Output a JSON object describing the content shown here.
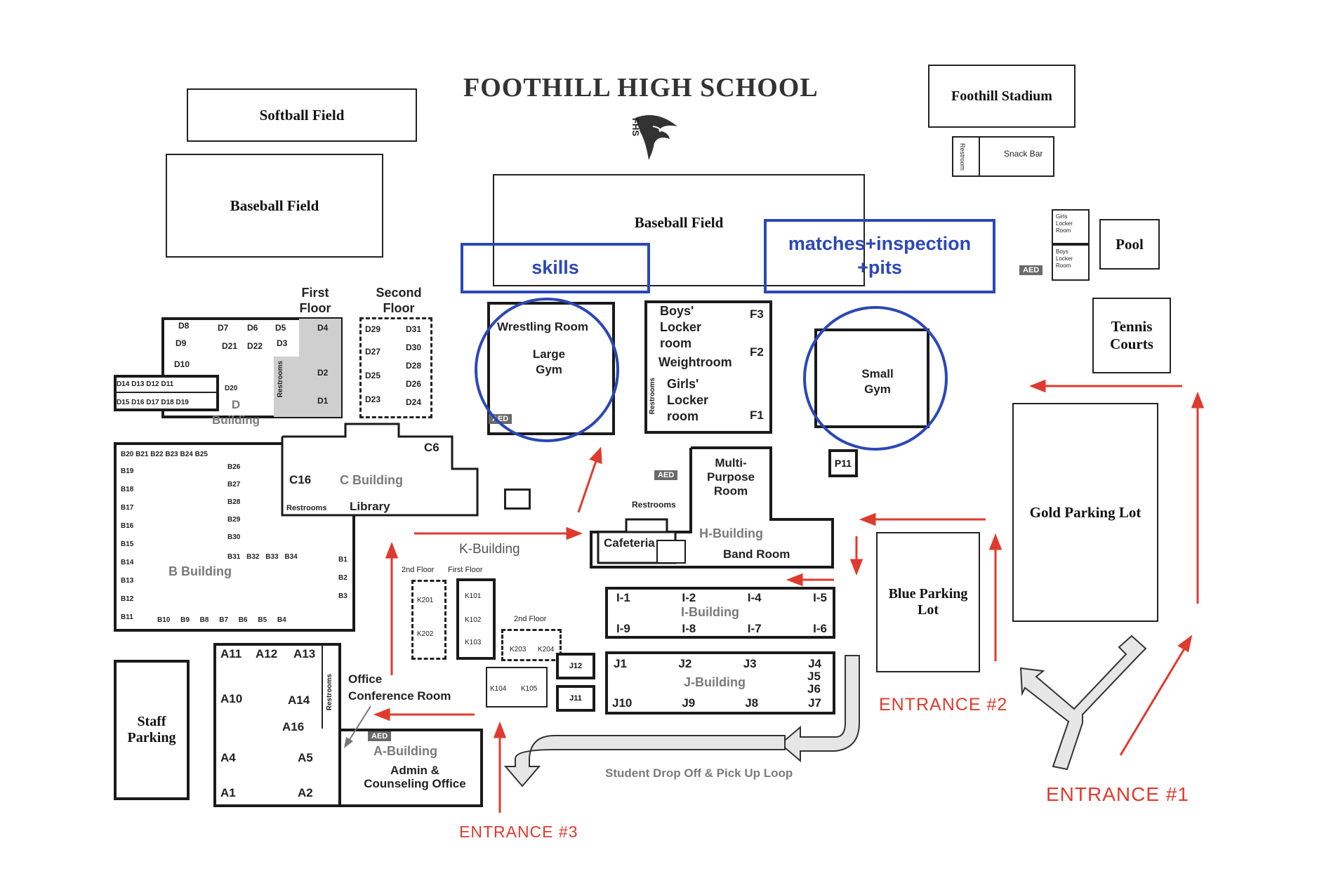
{
  "title": "FOOTHILL HIGH SCHOOL",
  "logo_text": "FHS",
  "fields": {
    "softball": "Softball Field",
    "baseball_left": "Baseball Field",
    "baseball_center": "Baseball Field",
    "stadium": "Foothill Stadium",
    "snack_bar": "Snack Bar",
    "restroom_vertical": "Restroom",
    "pool": "Pool",
    "tennis": "Tennis Courts",
    "girls_locker_small": "Girls Locker Room",
    "boys_locker_small": "Boys Locker Room"
  },
  "highlights": {
    "skills": "skills",
    "matches": "matches+inspection +pits"
  },
  "entrances": {
    "e1": "ENTRANCE #1",
    "e2": "ENTRANCE #2",
    "e3": "ENTRANCE #3"
  },
  "aed": "AED",
  "d_building": {
    "first_floor": "First Floor",
    "second_floor": "Second Floor",
    "name": "D Building",
    "restrooms": "Restrooms",
    "rooms": [
      "D8",
      "D7",
      "D6",
      "D5",
      "D4",
      "D9",
      "D21",
      "D22",
      "D3",
      "D10",
      "D2",
      "D1",
      "D20"
    ],
    "row1": "D14 D13 D12 D11",
    "row2": "D15 D16 D17 D18 D19",
    "second_rooms": [
      "D29",
      "D31",
      "D27",
      "D30",
      "D28",
      "D25",
      "D26",
      "D23",
      "D24"
    ]
  },
  "b_building": {
    "name": "B Building",
    "top": "B20 B21 B22 B23 B24 B25",
    "left": [
      "B19",
      "B18",
      "B17",
      "B16",
      "B15",
      "B14",
      "B13",
      "B12",
      "B11"
    ],
    "right": [
      "B26",
      "B27",
      "B28",
      "B29",
      "B30"
    ],
    "mid": "B31  B32  B33  B34",
    "bottom": "B10  B9  B8  B7  B6  B5  B4",
    "far_right": [
      "B1",
      "B2",
      "B3"
    ]
  },
  "c_building": {
    "name": "C Building",
    "c16": "C16",
    "c6": "C6",
    "restrooms": "Restrooms",
    "library": "Library"
  },
  "gyms": {
    "wrestling": "Wrestling Room",
    "large_gym": "Large Gym",
    "boys_locker": "Boys' Locker room",
    "weightroom": "Weightroom",
    "girls_locker": "Girls' Locker room",
    "restrooms": "Restrooms",
    "f3": "F3",
    "f2": "F2",
    "f1": "F1",
    "small_gym": "Small Gym",
    "p11": "P11"
  },
  "h_building": {
    "multi": "Multi- Purpose Room",
    "restrooms": "Restrooms",
    "cafeteria": "Cafeteria",
    "name": "H-Building",
    "band": "Band Room"
  },
  "k_building": {
    "name": "K-Building",
    "second_floor": "2nd Floor",
    "first_floor": "First Floor",
    "second_floor_b": "2nd Floor",
    "rooms": [
      "K201",
      "K202",
      "K101",
      "K102",
      "K103",
      "K203",
      "K204",
      "K104",
      "K105"
    ]
  },
  "i_building": {
    "name": "I-Building",
    "top": [
      "I-1",
      "I-2",
      "I-4",
      "I-5"
    ],
    "bottom": [
      "I-9",
      "I-8",
      "I-7",
      "I-6"
    ]
  },
  "j_building": {
    "name": "J-Building",
    "top": [
      "J1",
      "J2",
      "J3",
      "J4"
    ],
    "side": [
      "J5",
      "J6"
    ],
    "bottom": [
      "J10",
      "J9",
      "J8",
      "J7"
    ],
    "j12": "J12",
    "j11": "J11"
  },
  "a_building": {
    "office": "Office",
    "conference": "Conference Room",
    "name": "A-Building",
    "admin": "Admin & Counseling Office",
    "restrooms": "Restrooms",
    "rooms": [
      "A11",
      "A12",
      "A13",
      "A10",
      "A14",
      "A16",
      "A4",
      "A5",
      "A1",
      "A2"
    ]
  },
  "parking": {
    "staff": "Staff Parking",
    "blue": "Blue Parking Lot",
    "gold": "Gold Parking Lot"
  },
  "loop": "Student Drop Off & Pick Up Loop",
  "colors": {
    "accent_blue": "#2b47b8",
    "entrance_red": "#e03a2e"
  }
}
